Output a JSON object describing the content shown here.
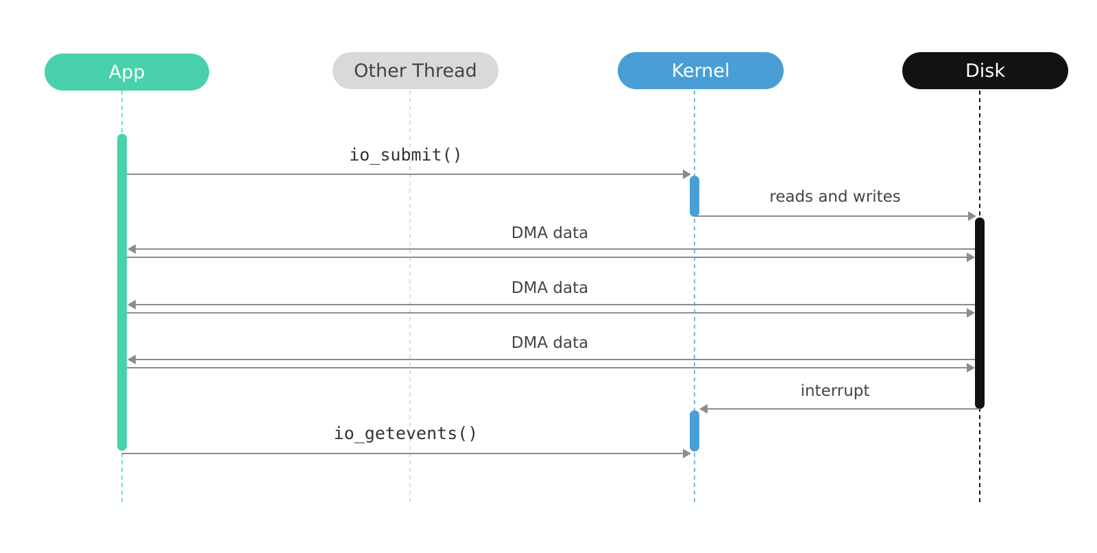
{
  "actors": [
    {
      "id": "app",
      "label": "App",
      "fill": "#48d1ac",
      "text_color": "#ffffff",
      "line_color": "#48d1ac"
    },
    {
      "id": "other",
      "label": "Other Thread",
      "fill": "#d9d9d9",
      "text_color": "#444444",
      "line_color": "#cfcfcf"
    },
    {
      "id": "kernel",
      "label": "Kernel",
      "fill": "#4a9ed6",
      "text_color": "#ffffff",
      "line_color": "#4a9ed6"
    },
    {
      "id": "disk",
      "label": "Disk",
      "fill": "#121212",
      "text_color": "#ffffff",
      "line_color": "#121212"
    }
  ],
  "activations": [
    {
      "actor": "app",
      "from_step": "io_submit",
      "to_step": "io_getevents_end"
    },
    {
      "actor": "kernel",
      "from_step": "io_submit",
      "to_step": "reads_and_writes"
    },
    {
      "actor": "disk",
      "from_step": "reads_and_writes",
      "to_step": "interrupt"
    },
    {
      "actor": "kernel",
      "from_step": "interrupt",
      "to_step": "io_getevents_end"
    }
  ],
  "messages": [
    {
      "id": "io_submit",
      "from": "app",
      "to": "kernel",
      "label": "io_submit()",
      "mono": true,
      "bidirectional": false
    },
    {
      "id": "reads_and_writes",
      "from": "kernel",
      "to": "disk",
      "label": "reads and writes",
      "mono": false,
      "bidirectional": false
    },
    {
      "id": "dma_1",
      "from": "disk",
      "to": "app",
      "label": "DMA data",
      "mono": false,
      "bidirectional": true
    },
    {
      "id": "dma_2",
      "from": "disk",
      "to": "app",
      "label": "DMA data",
      "mono": false,
      "bidirectional": true
    },
    {
      "id": "dma_3",
      "from": "disk",
      "to": "app",
      "label": "DMA data",
      "mono": false,
      "bidirectional": true
    },
    {
      "id": "interrupt",
      "from": "disk",
      "to": "kernel",
      "label": "interrupt",
      "mono": false,
      "bidirectional": false
    },
    {
      "id": "io_getevents",
      "from": "app",
      "to": "kernel",
      "label": "io_getevents()",
      "mono": true,
      "bidirectional": false
    }
  ],
  "arrow_color": "#8c8c8c"
}
